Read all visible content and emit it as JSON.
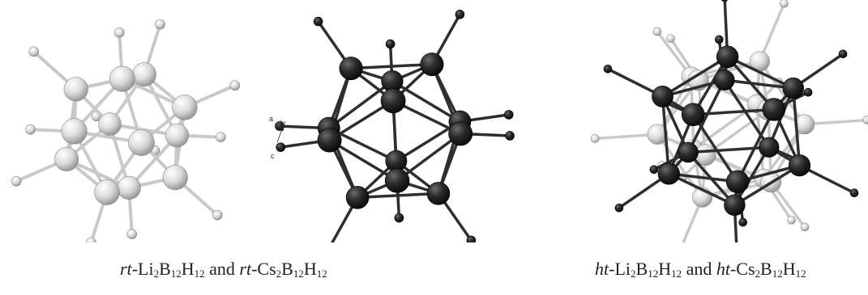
{
  "captions": {
    "left": {
      "prefix1": "rt",
      "formula1": {
        "a": "-Li",
        "s1": "2",
        "b": "B",
        "s2": "12",
        "c": "H",
        "s3": "12"
      },
      "joiner": " and ",
      "prefix2": "rt",
      "formula2": {
        "a": "-Cs",
        "s1": "2",
        "b": "B",
        "s2": "12",
        "c": "H",
        "s3": "12"
      }
    },
    "right": {
      "prefix1": "ht",
      "formula1": {
        "a": "-Li",
        "s1": "2",
        "b": "B",
        "s2": "12",
        "c": "H",
        "s3": "12"
      },
      "joiner": " and ",
      "prefix2": "ht",
      "formula2": {
        "a": "-Cs",
        "s1": "2",
        "b": "B",
        "s2": "12",
        "c": "H",
        "s3": "12"
      }
    }
  },
  "axis_labels": {
    "a": "a",
    "b": "b",
    "c": "c"
  },
  "colors": {
    "light_atom": "#dcdcdc",
    "light_bond": "#c9c9c9",
    "dark_atom": "#262626",
    "dark_bond": "#2e2e2e"
  }
}
